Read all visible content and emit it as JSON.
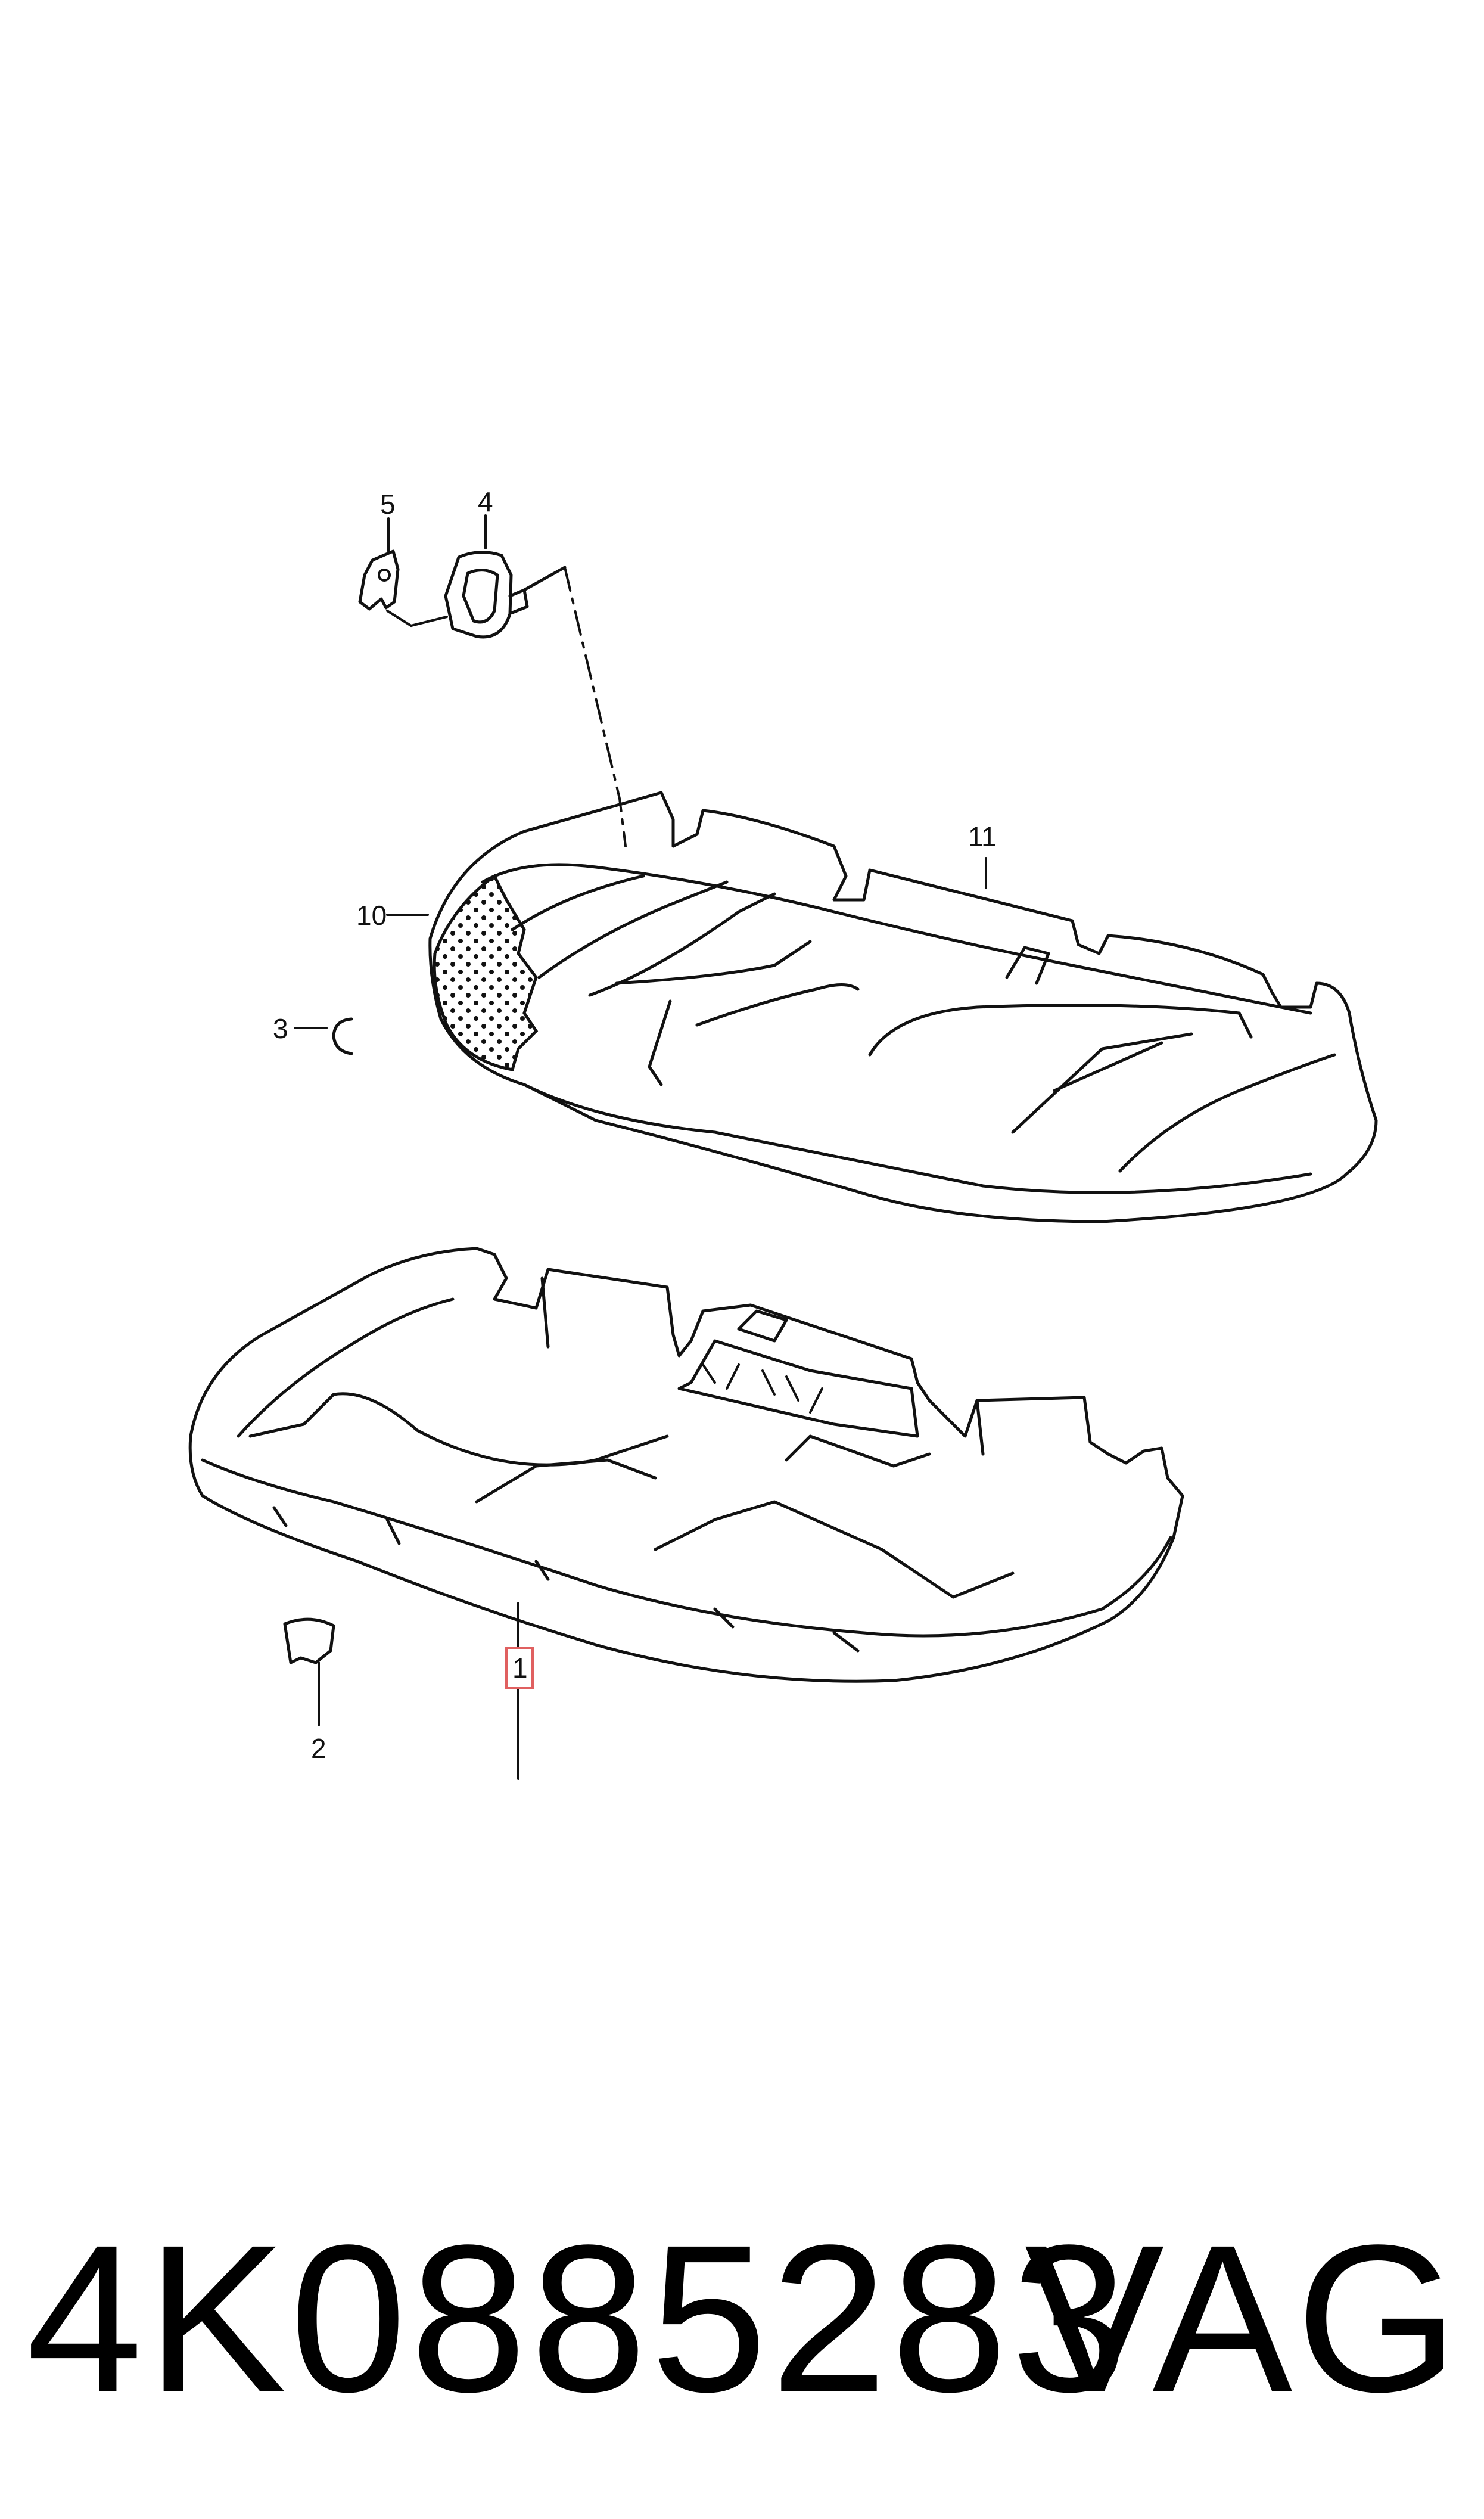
{
  "callouts": {
    "c1": "1",
    "c2": "2",
    "c3": "3",
    "c4": "4",
    "c5": "5",
    "c10": "10",
    "c11": "11"
  },
  "highlight_color": "#e06060",
  "footer": {
    "part_number": "4K0885283",
    "brand": "VAG"
  }
}
